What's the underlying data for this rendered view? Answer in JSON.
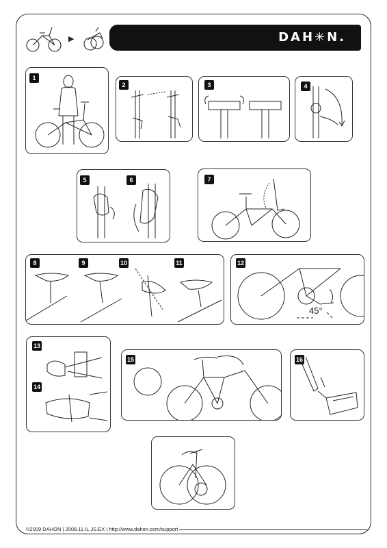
{
  "header": {
    "logo_text": "DAH✳N."
  },
  "steps": [
    "1",
    "2",
    "3",
    "4",
    "5",
    "6",
    "7",
    "8",
    "9",
    "10",
    "11",
    "12",
    "13",
    "14",
    "15",
    "16"
  ],
  "annotations": {
    "angle_label": "45°"
  },
  "footer": {
    "text": "©2009 DAHON  |  2008.11.IL.JS.EX  |  http://www.dahon.com/support"
  }
}
